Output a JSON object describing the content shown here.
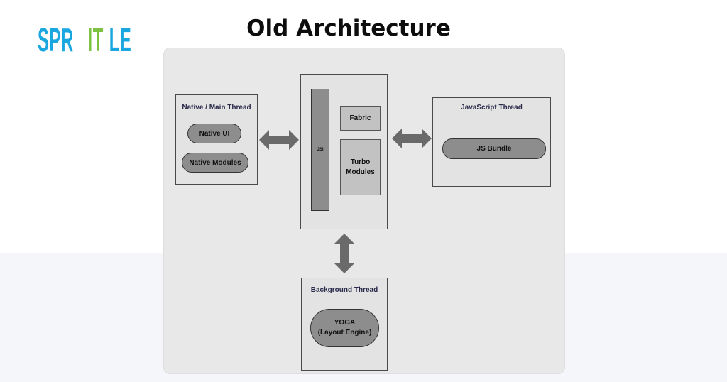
{
  "logo": {
    "part1": "SPR",
    "part2": "IT",
    "part3": "LE"
  },
  "title": "Old Architecture",
  "diagram": {
    "native_thread": {
      "title": "Native / Main Thread",
      "items": [
        "Native UI",
        "Native Modules"
      ]
    },
    "center": {
      "jsi": "JSI",
      "fabric": "Fabric",
      "turbo": "Turbo\nModules"
    },
    "js_thread": {
      "title": "JavaScript Thread",
      "bundle": "JS Bundle"
    },
    "background_thread": {
      "title": "Background Thread",
      "yoga": "YOGA\n(Layout Engine)"
    }
  },
  "colors": {
    "logo_blue": "#1aa7e0",
    "logo_green": "#7dc243",
    "arrow": "#6a6a6a"
  }
}
